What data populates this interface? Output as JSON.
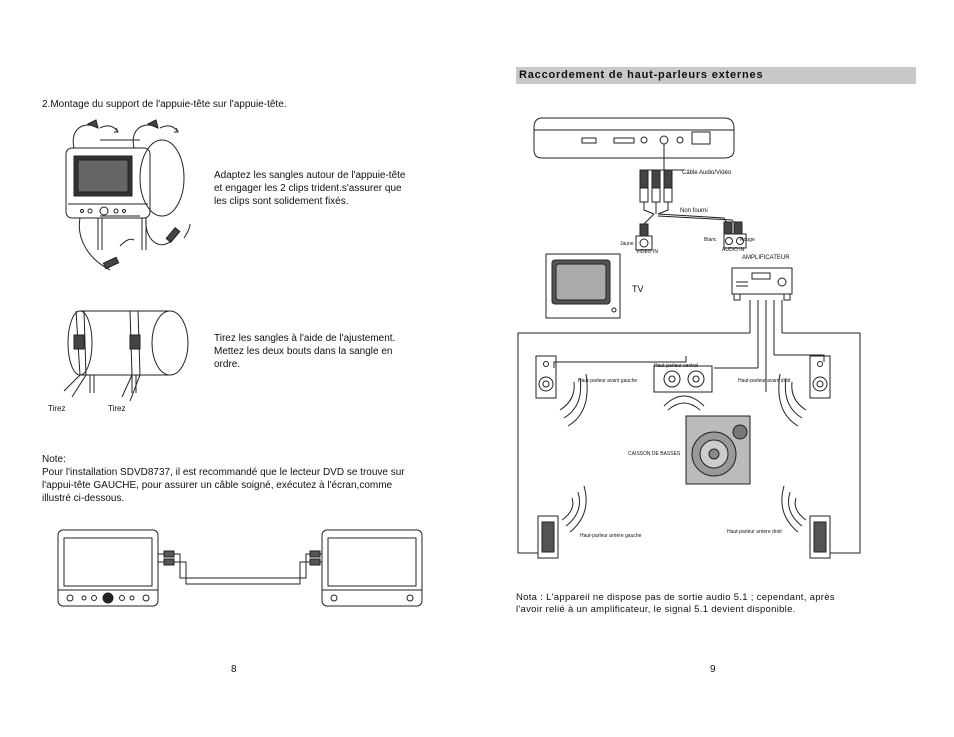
{
  "left": {
    "step_title": "2.Montage du support de l'appuie-tête sur l'appuie-tête.",
    "instruction_1": [
      "Adaptez les sangles autour de l'appuie-tête",
      "et engager les 2 clips trident.s'assurer que",
      "les clips sont solidement fixés."
    ],
    "instruction_2": [
      "Tirez les sangles à l'aide de l'ajustement.",
      "Mettez les deux bouts dans la sangle en",
      "ordre."
    ],
    "pull_label_1": "Tirez",
    "pull_label_2": "Tirez",
    "note_title": "Note:",
    "note_lines": [
      "Pour l'installation SDVD8737, il est recommandé que le lecteur DVD se trouve sur",
      "l'appui-tête GAUCHE, pour assurer un câble soigné, exécutez à l'écran,comme",
      "illustré ci-dessous."
    ],
    "page_number": "8"
  },
  "right": {
    "section_title": "Raccordement de haut-parleurs externes",
    "labels": {
      "cable_av": "Câble Audio/Vidéo",
      "not_supplied": "Non fourni",
      "jaune": "Jaune",
      "video_in": "VIDEO IN",
      "blanc": "Blanc",
      "rouge": "Rouge",
      "audio_in": "AUDIO IN",
      "amplificateur": "AMPLIFICATEUR",
      "tv": "TV",
      "hp_central": "Haut-parleur central",
      "hp_avant_gauche": "Haut-parleur avant gauche",
      "hp_avant_droit": "Haut-parleur avant droit",
      "caisson": "CAISSON DE BASSES",
      "hp_arriere_gauche": "Haut-parleur arrière gauche",
      "hp_arriere_droit": "Haut-parleur arrière droit"
    },
    "nota_lines": [
      "Nota : L'appareil ne dispose pas de sortie audio 5.1 ; cependant, après",
      "l'avoir relié à un amplificateur, le signal 5.1 devient disponible."
    ],
    "page_number": "9"
  }
}
